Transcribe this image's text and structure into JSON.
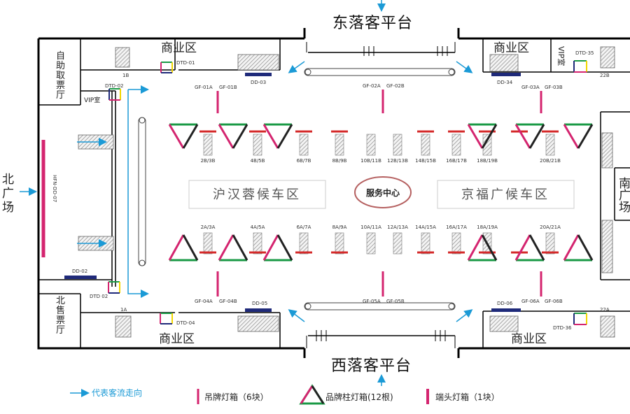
{
  "platforms": {
    "east": "东落客平台",
    "west": "西落客平台",
    "north_square_chars": [
      "北",
      "广",
      "场"
    ],
    "south_square_chars": [
      "南",
      "广",
      "场"
    ]
  },
  "areas": {
    "commercial_tl": "商业区",
    "commercial_tr": "商业区",
    "commercial_bl": "商业区",
    "commercial_br": "商业区",
    "self_ticket_chars": [
      "自",
      "助",
      "取",
      "票",
      "厅"
    ],
    "north_ticket_chars": [
      "北",
      "售",
      "票",
      "厅"
    ],
    "vip_left": "VIP室",
    "vip_right": "VIP室",
    "service_center": "服务中心",
    "waiting_left": "沪汉蓉候车区",
    "waiting_right": "京福广候车区"
  },
  "codes": {
    "dd03": "DD-03",
    "dd34": "DD-34",
    "dd05": "DD-05",
    "dd06": "DD-06",
    "dd02": "DD-02",
    "dtd01": "DTD-01",
    "dtd02": "DTD-02",
    "dtd35": "DTD-35",
    "dtd36": "DTD-36",
    "dtd04": "DTD-04",
    "dtd02b": "DTD 02",
    "gf01a": "GF-01A",
    "gf01b": "GF-01B",
    "gf02a": "GF-02A",
    "gf02b": "GF-02B",
    "gf03a": "GF-03A",
    "gf03b": "GF-03B",
    "gf04a": "GF-04A",
    "gf04b": "GF-04B",
    "gf05a": "GF-05A",
    "gf05b": "GF-05B",
    "gf06a": "GF-06A",
    "gf06b": "GF-06B",
    "hfn": "HFN-DD-07",
    "n1b": "1B",
    "n22b": "22B",
    "n1a": "1A",
    "n22a": "22A"
  },
  "gates_top": [
    "2B/3B",
    "4B/5B",
    "6B/7B",
    "8B/9B",
    "10B/11B",
    "12B/13B",
    "14B/15B",
    "16B/17B",
    "18B/19B",
    "20B/21B"
  ],
  "gates_bottom": [
    "2A/3A",
    "4A/5A",
    "6A/7A",
    "8A/9A",
    "10A/11A",
    "12A/13A",
    "14A/15A",
    "16A/17A",
    "18A/19A",
    "20A/21A"
  ],
  "legend": {
    "flow": "代表客流走向",
    "hanging": "吊牌灯箱（6块）",
    "pillar": "品牌柱灯箱(12根)",
    "endcap": "端头灯箱（1块）"
  },
  "colors": {
    "magenta": "#d4246f",
    "green": "#1a9a45",
    "navy": "#1f2a7a",
    "red": "#d42a2a",
    "flow": "#1b9ad6",
    "wall": "#000000"
  }
}
